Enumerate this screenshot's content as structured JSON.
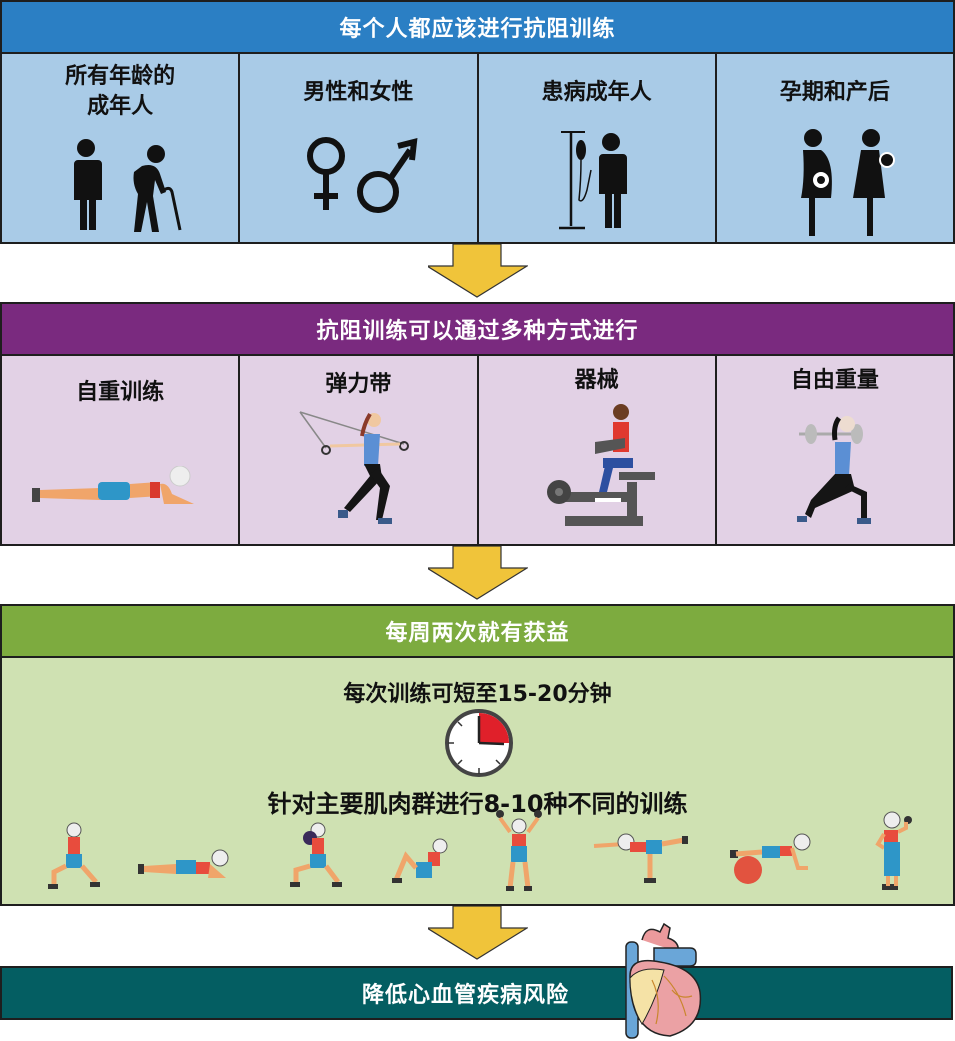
{
  "section1": {
    "header": "每个人都应该进行抗阻训练",
    "header_color": "#2b7fc4",
    "panel_color": "#a9cbe7",
    "cells": [
      {
        "label_line1": "所有年龄的",
        "label_line2": "成年人",
        "icon": "adult-and-elderly-icon"
      },
      {
        "label_line1": "男性和女性",
        "label_line2": "",
        "icon": "female-male-symbols-icon"
      },
      {
        "label_line1": "患病成年人",
        "label_line2": "",
        "icon": "patient-with-iv-icon"
      },
      {
        "label_line1": "孕期和产后",
        "label_line2": "",
        "icon": "pregnant-and-postpartum-icon"
      }
    ]
  },
  "section2": {
    "header": "抗阻训练可以通过多种方式进行",
    "header_color": "#7a2a7f",
    "panel_color": "#e2d1e5",
    "cells": [
      {
        "label": "自重训练",
        "icon": "plank-exercise-icon"
      },
      {
        "label": "弹力带",
        "icon": "resistance-band-icon"
      },
      {
        "label": "器械",
        "icon": "weight-machine-icon"
      },
      {
        "label": "自由重量",
        "icon": "barbell-lunge-icon"
      }
    ]
  },
  "section3": {
    "header": "每周两次就有获益",
    "header_color": "#7dab3f",
    "panel_color": "#cfe1b2",
    "line1": "每次训练可短至15-20分钟",
    "clock_icon": "stopwatch-icon",
    "line2": "针对主要肌肉群进行8-10种不同的训练",
    "exercises": [
      "lunge",
      "plank",
      "weighted-lunge",
      "sit-up",
      "overhead-press",
      "balance-reach",
      "ball-plank",
      "bicep-curl"
    ]
  },
  "section4": {
    "header": "降低心血管疾病风险",
    "header_color": "#045e62",
    "icon": "heart-icon"
  },
  "arrow_color": "#f0c43a"
}
